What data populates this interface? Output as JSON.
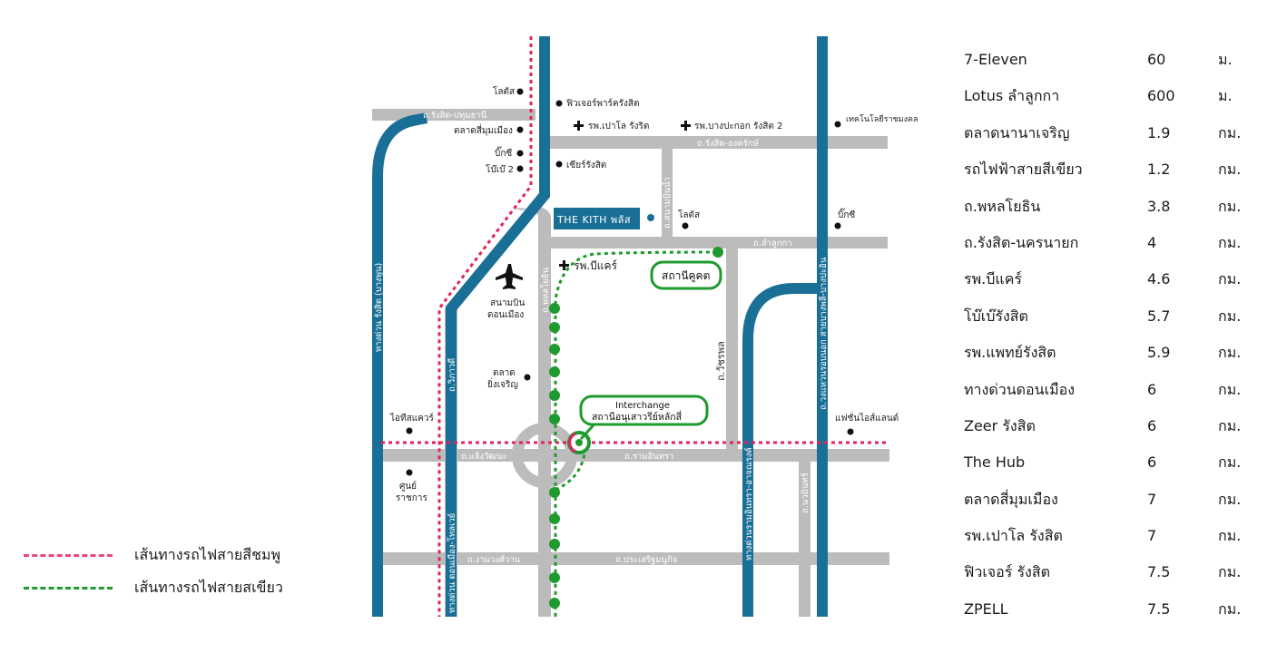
{
  "map": {
    "roads": {
      "rangsit_pathumthani": "ถ.รังสิต-ปทุมธานี",
      "rangsit_ongkharak": "ถ.รังสิต-องครักษ์",
      "lamlukka": "ถ.ลำลูกกา",
      "changwattana": "ถ.แจ้งวัฒนะ",
      "ramintra": "ถ.รามอินทรา",
      "ngamwongwan": "ถ.งามวงศ์วาน",
      "prasertmanukit": "ถ.ประเสริฐมนูกิจ",
      "wiphawadi": "ถ.วิภาวดี",
      "phahonyothin": "ถ.พหลโยธิน",
      "watcharaphon": "ถ.วัชรพล",
      "sanambinnam": "ถ.สนามบินน้ำ",
      "nawamin": "ถ.นวมินทร์",
      "exp_rangsit": "ทางด่วน รังสิต (บางพูน)",
      "exp_donmueang": "ทางด่วน ดอนเมือง-โทลเวย์",
      "exp_ramintra": "ทางด่วนรามอินทรา-อาจณรงค์",
      "ring_road": "ถ.วงแหวนรอบนอก สายบางพลี-บางปะอิน"
    },
    "pois": {
      "lotus_top": "โลตัส",
      "market_simummueang": "ตลาดสี่มุมเมือง",
      "bigc_left": "บิ๊กซี",
      "bobae2": "โบ๊เบ๊ 2",
      "future_park": "ฟิวเจอร์พาร์ครังสิต",
      "paolo_hospital": "รพ.เปาโล รังริต",
      "bangpakok_hospital": "รพ.บางปะกอก รังสิต 2",
      "rajamangala": "เทคโนโลยีราชมงคล",
      "zeer": "เซียร์รังสิต",
      "lotus_mid": "โลตัส",
      "bigc_right": "บิ๊กซี",
      "bcare_hospital": "รพ.บีแคร์",
      "airport_1": "สนามบิน",
      "airport_2": "ดอนเมือง",
      "market_yingcharoen_1": "ตลาด",
      "market_yingcharoen_2": "ยิ่งเจริญ",
      "it_square": "ไอทีสแควร์",
      "fashion_island": "แฟชั่นไอส์แลนด์",
      "gov_center_1": "ศูนย์",
      "gov_center_2": "ราชการ"
    },
    "project_logo": "THE KITH พลัส",
    "station_khukhot": "สถานีคูคต",
    "interchange_1": "Interchange",
    "interchange_2": "สถานีอนุเสาวรีย์หลักสี่"
  },
  "legend": [
    {
      "label": "เส้นทางรถไฟสายสีชมพู",
      "color": "#e8467c"
    },
    {
      "label": "เส้นทางรถไฟสายสเขียว",
      "color": "#1f9a2e"
    }
  ],
  "colors": {
    "expressway": "#1a6f96",
    "road": "#bcbcbc",
    "pink_line": "#e0245e",
    "green_line": "#1f9a2e",
    "logo_bg": "#1a6f96"
  },
  "distances": [
    {
      "place": "7-Eleven",
      "value": "60",
      "unit": "ม."
    },
    {
      "place": "Lotus ลำลูกกา",
      "value": "600",
      "unit": "ม."
    },
    {
      "place": "ตลาดนานาเจริญ",
      "value": "1.9",
      "unit": "กม."
    },
    {
      "place": "รถไฟฟ้าสายสีเขียว",
      "value": "1.2",
      "unit": "กม."
    },
    {
      "place": "ถ.พหลโยธิน",
      "value": "3.8",
      "unit": "กม."
    },
    {
      "place": "ถ.รังสิต-นครนายก",
      "value": "4",
      "unit": "กม."
    },
    {
      "place": "รพ.บีแคร์",
      "value": "4.6",
      "unit": "กม."
    },
    {
      "place": "โบ๊เบ๊รังสิต",
      "value": "5.7",
      "unit": "กม."
    },
    {
      "place": "รพ.แพทย์รังสิต",
      "value": "5.9",
      "unit": "กม."
    },
    {
      "place": "ทางด่วนดอนเมือง",
      "value": "6",
      "unit": "กม."
    },
    {
      "place": "Zeer รังสิต",
      "value": "6",
      "unit": "กม."
    },
    {
      "place": "The Hub",
      "value": "6",
      "unit": "กม."
    },
    {
      "place": "ตลาดสี่มุมเมือง",
      "value": "7",
      "unit": "กม."
    },
    {
      "place": "รพ.เปาโล รังสิต",
      "value": "7",
      "unit": "กม."
    },
    {
      "place": "ฟิวเจอร์ รังสิต",
      "value": "7.5",
      "unit": "กม."
    },
    {
      "place": "ZPELL",
      "value": "7.5",
      "unit": "กม."
    }
  ]
}
